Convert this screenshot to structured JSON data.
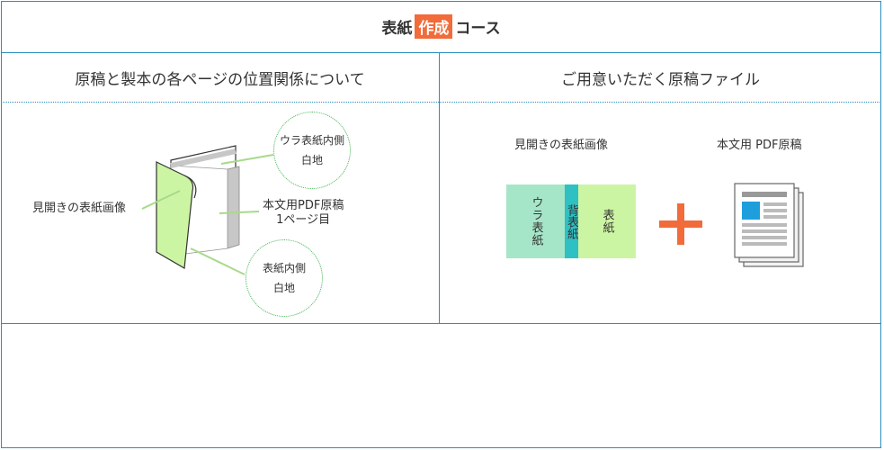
{
  "header": {
    "title_prefix": "表紙",
    "title_highlight": "作成",
    "title_suffix": "コース"
  },
  "left_section": {
    "heading": "原稿と製本の各ページの位置関係について",
    "label_cover_image": "見開きの表紙画像",
    "label_body_line1": "本文用PDF原稿",
    "label_body_line2": "1ページ目",
    "circle_back_inner": {
      "line1": "ウラ表紙内側",
      "line2": "白地"
    },
    "circle_front_inner": {
      "line1": "表紙内側",
      "line2": "白地"
    }
  },
  "right_section": {
    "heading": "ご用意いただく原稿ファイル",
    "label_cover_image": "見開きの表紙画像",
    "label_body_pdf": "本文用 PDF原稿",
    "cover_back": "ウラ表紙",
    "cover_spine": "背表紙",
    "cover_front": "表紙"
  },
  "colors": {
    "border": "#2a8fbd",
    "accent_orange": "#f26b3a",
    "cover_green": "#ccf5a3",
    "back_cover_green": "#a6e6c8",
    "spine_teal": "#2ec0c3",
    "leader_line": "#a8d98a"
  },
  "icons": {
    "plus": "plus-icon",
    "document_stack": "document-stack-icon",
    "book": "open-book-illustration"
  }
}
